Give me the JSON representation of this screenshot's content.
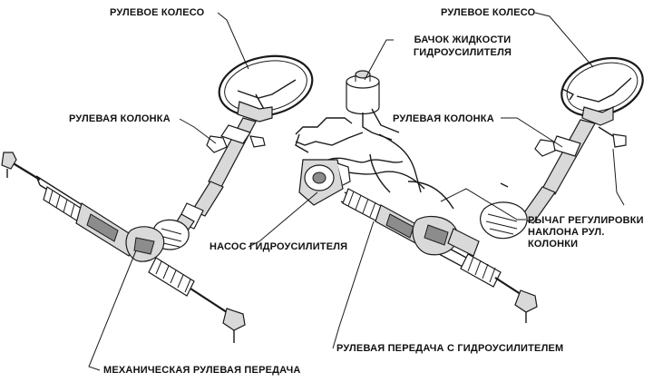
{
  "labels": {
    "wheel_left": "РУЛЕВОЕ КОЛЕСО",
    "wheel_right": "РУЛЕВОЕ КОЛЕСО",
    "column_left": "РУЛЕВАЯ КОЛОНКА",
    "column_right": "РУЛЕВАЯ КОЛОНКА",
    "reservoir_line1": "БАЧОК ЖИДКОСТИ",
    "reservoir_line2": "ГИДРОУСИЛИТЕЛЯ",
    "pump": "НАСОС ГИДРОУСИЛИТЕЛЯ",
    "tilt_lever_line1": "РЫЧАГ РЕГУЛИРОВКИ",
    "tilt_lever_line2": "НАКЛОНА РУЛ.",
    "tilt_lever_line3": "КОЛОНКИ",
    "power_gear": "РУЛЕВАЯ ПЕРЕДАЧА С ГИДРОУСИЛИТЕЛЕМ",
    "manual_gear": "МЕХАНИЧЕСКАЯ РУЛЕВАЯ ПЕРЕДАЧА"
  }
}
